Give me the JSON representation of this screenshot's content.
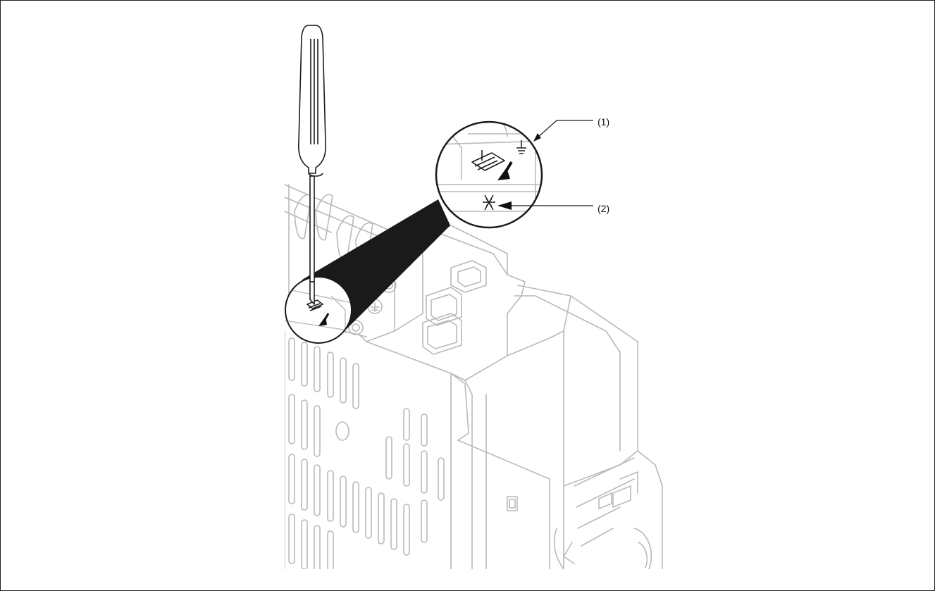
{
  "callouts": [
    {
      "id": "1",
      "label": "(1)",
      "symbol": "protective-earth-ground-icon"
    },
    {
      "id": "2",
      "label": "(2)",
      "symbol": "emc-filter-disconnect-icon"
    }
  ],
  "colors": {
    "device_line": "#b9b9b9",
    "tool_line": "#1a1a1a",
    "arrow": "#111111",
    "frame": "#222222"
  }
}
